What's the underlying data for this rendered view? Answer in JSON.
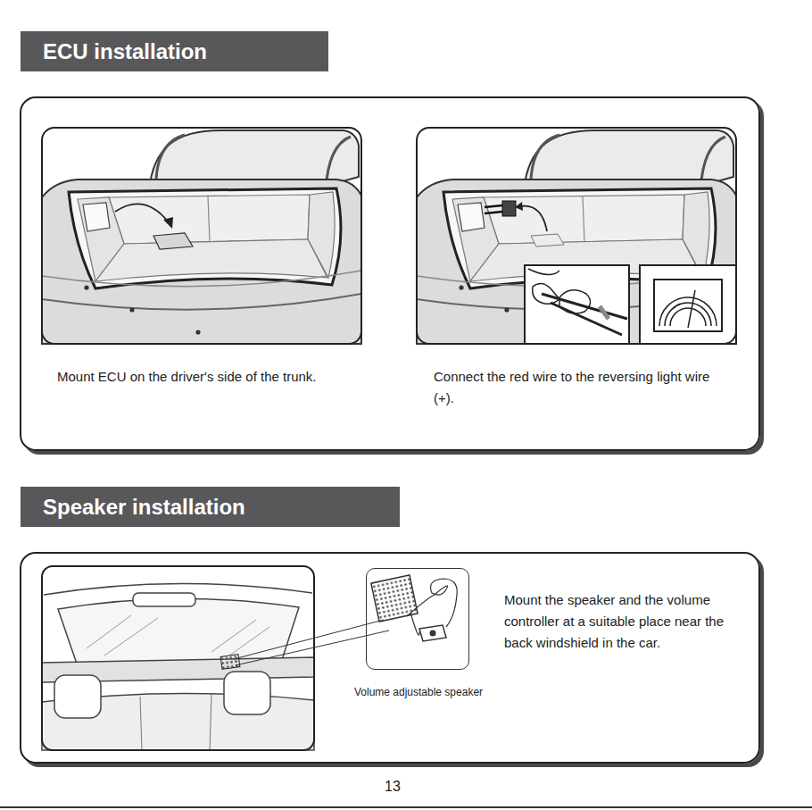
{
  "diagram": {
    "nodes": [
      {
        "text": [
          "ECU installation"
        ]
      },
      {
        "text": [
          "Mount ECU on the driver's side of the trunk.",
          "Connect the red wire to the reversing light wire (+)."
        ]
      },
      {
        "text": [
          "Speaker installation"
        ]
      },
      {
        "text": [
          "Mount the speaker and the volume controller at a suitable place near the back windshield in the car."
        ]
      },
      {
        "text": [
          "Volume adjustable speaker"
        ],
        "in": 3
      }
    ],
    "labels": [
      "13"
    ]
  }
}
